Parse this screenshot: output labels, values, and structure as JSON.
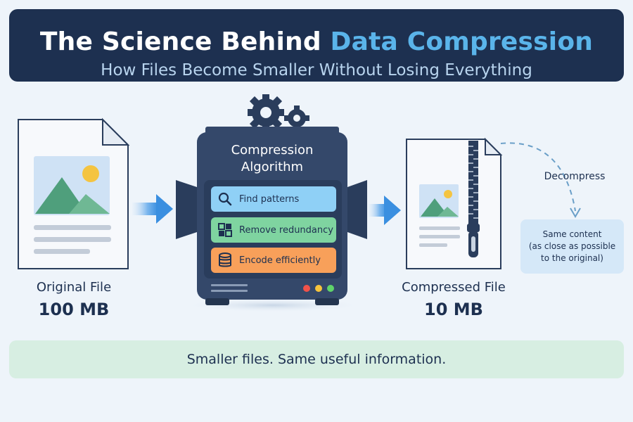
{
  "header": {
    "title_main": "The Science Behind ",
    "title_accent": "Data Compression",
    "subtitle": "How Files Become Smaller Without Losing Everything"
  },
  "original": {
    "name": "Original File",
    "size": "100 MB"
  },
  "machine": {
    "title_line1": "Compression",
    "title_line2": "Algorithm",
    "steps": [
      {
        "label": "Find patterns",
        "icon": "magnifier-icon",
        "color": "#8fd0f6"
      },
      {
        "label": "Remove redundancy",
        "icon": "grid-icon",
        "color": "#7fd4a0"
      },
      {
        "label": "Encode efficiently",
        "icon": "database-icon",
        "color": "#f8a05a"
      }
    ],
    "lights": [
      "#f0524a",
      "#f6c43d",
      "#5fd36a"
    ]
  },
  "compressed": {
    "name": "Compressed File",
    "size": "10 MB"
  },
  "decompress": {
    "label": "Decompress",
    "result_line1": "Same content",
    "result_line2": "(as close as possible",
    "result_line3": "to the original)"
  },
  "footer": {
    "text": "Smaller files. Same useful information."
  },
  "colors": {
    "navy": "#1d3050",
    "accent": "#5ab4ea",
    "arrow": "#3a8fe0"
  }
}
